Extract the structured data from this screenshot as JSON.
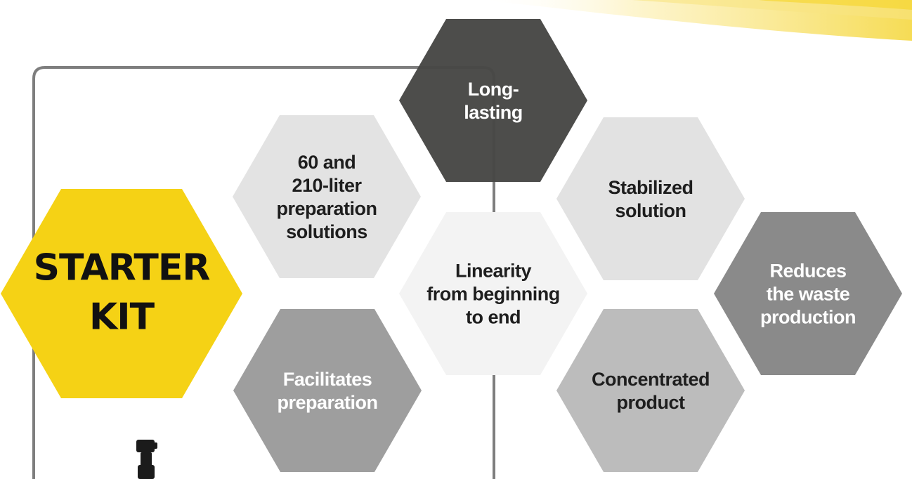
{
  "colors": {
    "yellow": "#f5d215",
    "dark": "#474745",
    "light": "#e2e2e2",
    "lighter": "#f3f3f3",
    "mid": "#9e9e9e",
    "mid2": "#bcbcbc",
    "mid3": "#8a8a8a",
    "frame": "#7e7e7e"
  },
  "hexes": {
    "starter": {
      "lines": [
        "STARTER",
        "KIT"
      ]
    },
    "long_lasting": {
      "lines": [
        "Long-",
        "lasting"
      ]
    },
    "prep_solutions": {
      "lines": [
        "60 and",
        "210-liter",
        "preparation",
        "solutions"
      ]
    },
    "stabilized": {
      "lines": [
        "Stabilized",
        "solution"
      ]
    },
    "linearity": {
      "lines": [
        "Linearity",
        "from beginning",
        "to end"
      ]
    },
    "reduces_waste": {
      "lines": [
        "Reduces",
        "the waste",
        "production"
      ]
    },
    "facilitates": {
      "lines": [
        "Facilitates",
        "preparation"
      ]
    },
    "concentrated": {
      "lines": [
        "Concentrated",
        "product"
      ]
    }
  }
}
